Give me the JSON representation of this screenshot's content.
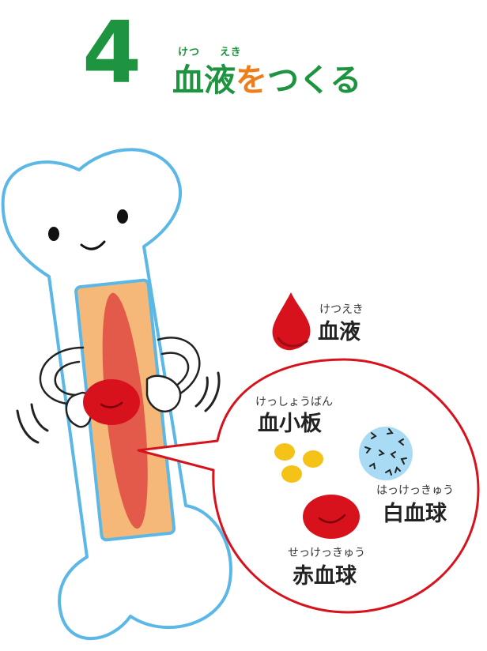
{
  "heading": {
    "number": "4",
    "ruby_ketsu": "けつ",
    "ruby_eki": "えき",
    "kanji": "血液",
    "particle": "を",
    "rest": "つくる"
  },
  "labels": {
    "blood": {
      "reading": "けつえき",
      "name": "血液"
    },
    "platelet": {
      "reading": "けっしょうばん",
      "name": "血小板"
    },
    "white_cell": {
      "reading": "はっけっきゅう",
      "name": "白血球"
    },
    "red_cell": {
      "reading": "せっけっきゅう",
      "name": "赤血球"
    }
  },
  "colors": {
    "green": "#1e9440",
    "orange": "#ef7d1a",
    "red": "#d7121c",
    "bone_outline": "#5bb8e6",
    "marrow": "#f6b878",
    "marrow_core": "#e35a4a",
    "platelet": "#f5c318",
    "white_cell": "#a9dcf4"
  }
}
